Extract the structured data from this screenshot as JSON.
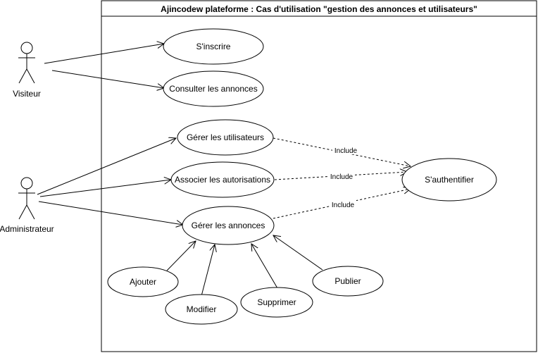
{
  "diagram": {
    "title": "Ajincodew plateforme : Cas d'utilisation \"gestion des annonces et utilisateurs\"",
    "actors": {
      "visitor": "Visiteur",
      "admin": "Administrateur"
    },
    "use_cases": {
      "inscrire": "S'inscrire",
      "consulter": "Consulter les annonces",
      "gerer_utilisateurs": "Gérer les utilisateurs",
      "associer": "Associer les autorisations",
      "authentifier": "S'authentifier",
      "gerer_annonces": "Gérer les annonces",
      "ajouter": "Ajouter",
      "modifier": "Modifier",
      "supprimer": "Supprimer",
      "publier": "Publier"
    },
    "relations": {
      "include_1": "Include",
      "include_2": "Include",
      "include_3": "Include"
    }
  }
}
